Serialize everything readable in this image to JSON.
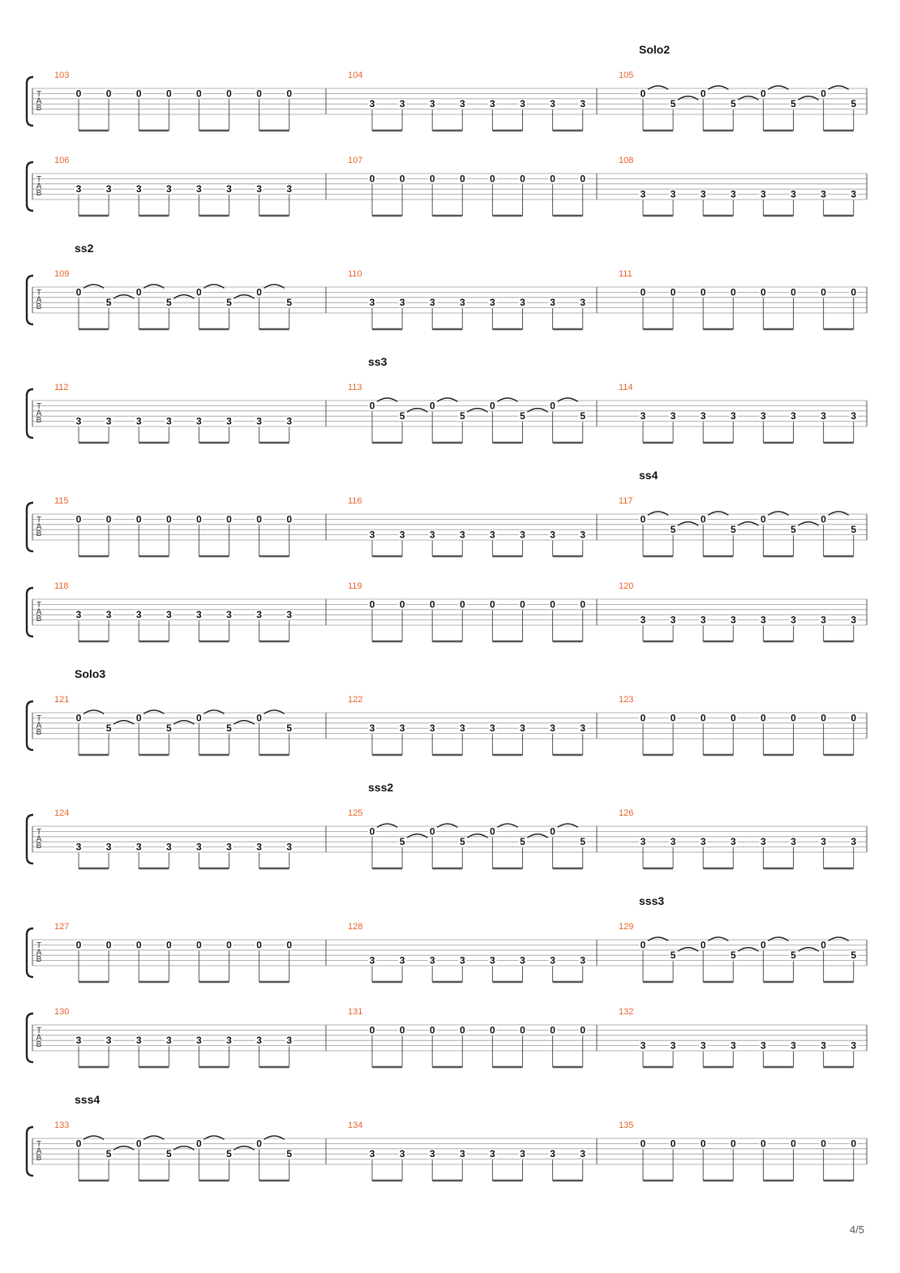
{
  "page_number": "4/5",
  "tab_clef": [
    "T",
    "A",
    "B"
  ],
  "colors": {
    "measure_number": "#e8632b",
    "text": "#111111",
    "staff_line": "#9a9a9a",
    "barline": "#555555",
    "beam": "#555555"
  },
  "patterns": {
    "O": {
      "string": 2,
      "notes": [
        "0",
        "0",
        "0",
        "0",
        "0",
        "0",
        "0",
        "0"
      ]
    },
    "T": {
      "string": 4,
      "notes": [
        "3",
        "3",
        "3",
        "3",
        "3",
        "3",
        "3",
        "3"
      ]
    },
    "L": {
      "string": 5,
      "notes": [
        "3",
        "3",
        "3",
        "3",
        "3",
        "3",
        "3",
        "3"
      ]
    },
    "S": {
      "slur": true,
      "notes": [
        "0",
        "5",
        "0",
        "5",
        "0",
        "5",
        "0",
        "5"
      ]
    }
  },
  "systems": [
    {
      "measures": [
        {
          "number": "103",
          "pattern": "O"
        },
        {
          "number": "104",
          "pattern": "T"
        },
        {
          "number": "105",
          "pattern": "S",
          "label": "Solo2"
        }
      ]
    },
    {
      "measures": [
        {
          "number": "106",
          "pattern": "T"
        },
        {
          "number": "107",
          "pattern": "O"
        },
        {
          "number": "108",
          "pattern": "L"
        }
      ]
    },
    {
      "measures": [
        {
          "number": "109",
          "pattern": "S",
          "label": "ss2"
        },
        {
          "number": "110",
          "pattern": "T"
        },
        {
          "number": "111",
          "pattern": "O"
        }
      ]
    },
    {
      "measures": [
        {
          "number": "112",
          "pattern": "L"
        },
        {
          "number": "113",
          "pattern": "S",
          "label": "ss3"
        },
        {
          "number": "114",
          "pattern": "T"
        }
      ]
    },
    {
      "measures": [
        {
          "number": "115",
          "pattern": "O"
        },
        {
          "number": "116",
          "pattern": "L"
        },
        {
          "number": "117",
          "pattern": "S",
          "label": "ss4"
        }
      ]
    },
    {
      "measures": [
        {
          "number": "118",
          "pattern": "T"
        },
        {
          "number": "119",
          "pattern": "O"
        },
        {
          "number": "120",
          "pattern": "L"
        }
      ]
    },
    {
      "measures": [
        {
          "number": "121",
          "pattern": "S",
          "label": "Solo3"
        },
        {
          "number": "122",
          "pattern": "T"
        },
        {
          "number": "123",
          "pattern": "O"
        }
      ]
    },
    {
      "measures": [
        {
          "number": "124",
          "pattern": "L"
        },
        {
          "number": "125",
          "pattern": "S",
          "label": "sss2"
        },
        {
          "number": "126",
          "pattern": "T"
        }
      ]
    },
    {
      "measures": [
        {
          "number": "127",
          "pattern": "O"
        },
        {
          "number": "128",
          "pattern": "L"
        },
        {
          "number": "129",
          "pattern": "S",
          "label": "sss3"
        }
      ]
    },
    {
      "measures": [
        {
          "number": "130",
          "pattern": "T"
        },
        {
          "number": "131",
          "pattern": "O"
        },
        {
          "number": "132",
          "pattern": "L"
        }
      ]
    },
    {
      "measures": [
        {
          "number": "133",
          "pattern": "S",
          "label": "sss4"
        },
        {
          "number": "134",
          "pattern": "T"
        },
        {
          "number": "135",
          "pattern": "O"
        }
      ]
    }
  ]
}
